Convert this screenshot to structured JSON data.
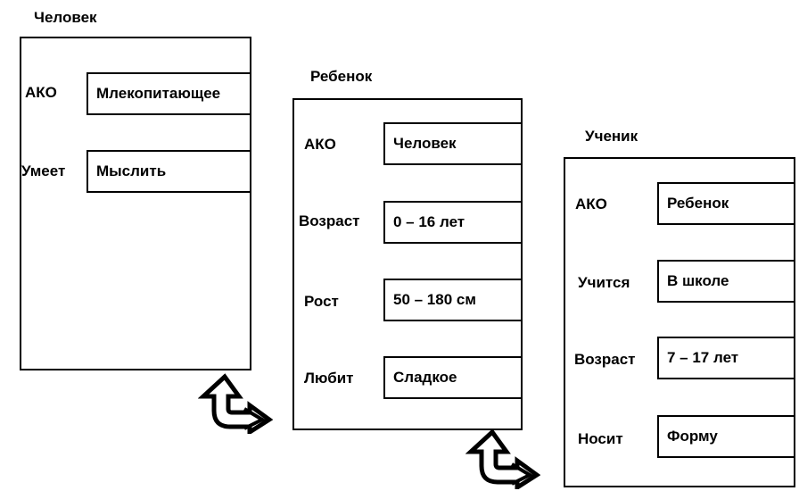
{
  "frames": [
    {
      "title": "Человек",
      "slots": [
        {
          "name": "АКО",
          "value": "Млекопитающее"
        },
        {
          "name": "Умеет",
          "value": "Мыслить"
        }
      ]
    },
    {
      "title": "Ребенок",
      "slots": [
        {
          "name": "АКО",
          "value": "Человек"
        },
        {
          "name": "Возраст",
          "value": "0 – 16 лет"
        },
        {
          "name": "Рост",
          "value": "50 – 180 см"
        },
        {
          "name": "Любит",
          "value": "Сладкое"
        }
      ]
    },
    {
      "title": "Ученик",
      "slots": [
        {
          "name": "АКО",
          "value": "Ребенок"
        },
        {
          "name": "Учится",
          "value": "В школе"
        },
        {
          "name": "Возраст",
          "value": "7 – 17 лет"
        },
        {
          "name": "Носит",
          "value": "Форму"
        }
      ]
    }
  ],
  "arrow_icon": "inheritance-arrow-icon"
}
